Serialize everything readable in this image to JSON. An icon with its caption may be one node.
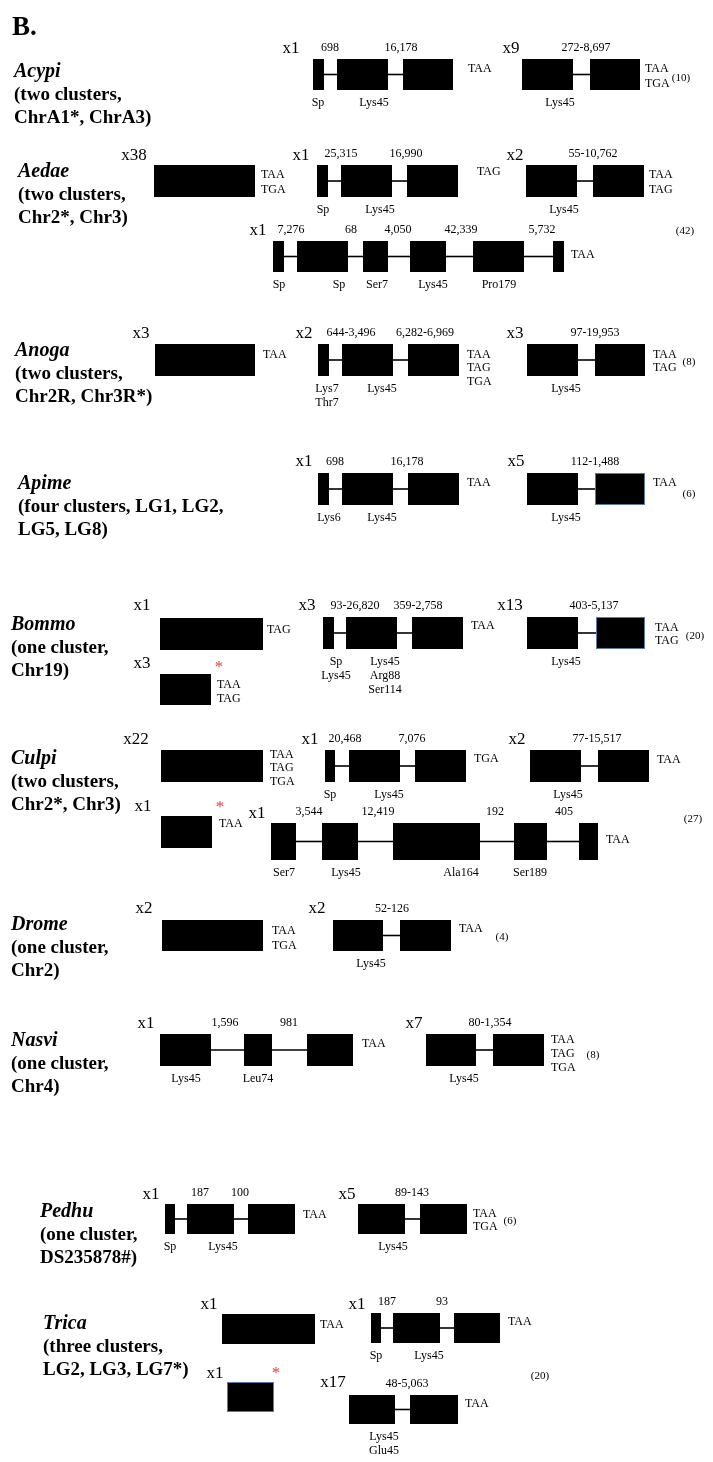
{
  "diagram": {
    "title": "B.",
    "nodes": [
      {
        "text": [],
        "shape": "box",
        "beside": [
          "Sp"
        ]
      },
      {
        "text": [],
        "shape": "box",
        "beside": [
          "Lys45"
        ]
      },
      {
        "text": [],
        "shape": "box"
      },
      {
        "text": [],
        "shape": "box",
        "beside": [
          "Lys45"
        ]
      },
      {
        "text": [],
        "shape": "box"
      },
      {
        "text": [],
        "shape": "box"
      },
      {
        "text": [],
        "shape": "box",
        "beside": [
          "Sp"
        ]
      },
      {
        "text": [],
        "shape": "box",
        "beside": [
          "Lys45"
        ]
      },
      {
        "text": [],
        "shape": "box"
      },
      {
        "text": [],
        "shape": "box",
        "beside": [
          "Lys45"
        ]
      },
      {
        "text": [],
        "shape": "box"
      },
      {
        "text": [],
        "shape": "box",
        "beside": [
          "Sp"
        ]
      },
      {
        "text": [],
        "shape": "box",
        "beside": [
          "Sp"
        ]
      },
      {
        "text": [],
        "shape": "box",
        "beside": [
          "Ser7"
        ]
      },
      {
        "text": [],
        "shape": "box",
        "beside": [
          "Lys45"
        ]
      },
      {
        "text": [],
        "shape": "box",
        "beside": [
          "Pro179"
        ]
      },
      {
        "text": [],
        "shape": "box"
      },
      {
        "text": [],
        "shape": "box"
      },
      {
        "text": [],
        "shape": "box",
        "beside": [
          "Lys7",
          "Thr7"
        ]
      },
      {
        "text": [],
        "shape": "box",
        "beside": [
          "Lys45"
        ]
      },
      {
        "text": [],
        "shape": "box"
      },
      {
        "text": [],
        "shape": "box",
        "beside": [
          "Lys45"
        ]
      },
      {
        "text": [],
        "shape": "box"
      },
      {
        "text": [],
        "shape": "box",
        "beside": [
          "Lys6"
        ]
      },
      {
        "text": [],
        "shape": "box",
        "beside": [
          "Lys45"
        ]
      },
      {
        "text": [],
        "shape": "box"
      },
      {
        "text": [],
        "shape": "box",
        "beside": [
          "Lys45"
        ]
      },
      {
        "text": [],
        "shape": "box"
      },
      {
        "text": [],
        "shape": "box"
      },
      {
        "text": [],
        "shape": "box",
        "beside": [
          "Sp",
          "Lys45"
        ]
      },
      {
        "text": [],
        "shape": "box",
        "beside": [
          "Lys45",
          "Arg88",
          "Ser114"
        ]
      },
      {
        "text": [],
        "shape": "box"
      },
      {
        "text": [],
        "shape": "box",
        "beside": [
          "Lys45"
        ]
      },
      {
        "text": [],
        "shape": "box"
      },
      {
        "text": [],
        "shape": "box"
      },
      {
        "text": [],
        "shape": "box"
      },
      {
        "text": [],
        "shape": "box",
        "beside": [
          "Sp"
        ]
      },
      {
        "text": [],
        "shape": "box",
        "beside": [
          "Lys45"
        ]
      },
      {
        "text": [],
        "shape": "box"
      },
      {
        "text": [],
        "shape": "box",
        "beside": [
          "Lys45"
        ]
      },
      {
        "text": [],
        "shape": "box"
      },
      {
        "text": [],
        "shape": "box"
      },
      {
        "text": [],
        "shape": "box",
        "beside": [
          "Ser7"
        ]
      },
      {
        "text": [],
        "shape": "box",
        "beside": [
          "Lys45"
        ]
      },
      {
        "text": [],
        "shape": "box",
        "beside": [
          "Ala164"
        ]
      },
      {
        "text": [],
        "shape": "box",
        "beside": [
          "Ser189"
        ]
      },
      {
        "text": [],
        "shape": "box"
      },
      {
        "text": [],
        "shape": "box"
      },
      {
        "text": [],
        "shape": "box",
        "beside": [
          "Lys45"
        ]
      },
      {
        "text": [],
        "shape": "box"
      },
      {
        "text": [],
        "shape": "box",
        "beside": [
          "Lys45"
        ]
      },
      {
        "text": [],
        "shape": "box",
        "beside": [
          "Leu74"
        ]
      },
      {
        "text": [],
        "shape": "box"
      },
      {
        "text": [],
        "shape": "box",
        "beside": [
          "Lys45"
        ]
      },
      {
        "text": [],
        "shape": "box"
      },
      {
        "text": [],
        "shape": "box",
        "beside": [
          "Sp"
        ]
      },
      {
        "text": [],
        "shape": "box",
        "beside": [
          "Lys45"
        ]
      },
      {
        "text": [],
        "shape": "box"
      },
      {
        "text": [],
        "shape": "box",
        "beside": [
          "Lys45"
        ]
      },
      {
        "text": [],
        "shape": "box"
      },
      {
        "text": [],
        "shape": "box"
      },
      {
        "text": [],
        "shape": "box",
        "beside": [
          "Sp"
        ]
      },
      {
        "text": [],
        "shape": "box",
        "beside": [
          "Lys45"
        ]
      },
      {
        "text": [],
        "shape": "box"
      },
      {
        "text": [],
        "shape": "box"
      },
      {
        "text": [],
        "shape": "box",
        "beside": [
          "Lys45",
          "Glu45"
        ]
      },
      {
        "text": [],
        "shape": "box"
      }
    ],
    "edges": [
      {
        "from": 0,
        "to": 1,
        "arrow": "none",
        "label": "698"
      },
      {
        "from": 1,
        "to": 2,
        "arrow": "none",
        "label": "16,178"
      },
      {
        "from": 3,
        "to": 4,
        "arrow": "none",
        "label": "272-8,697"
      },
      {
        "from": 6,
        "to": 7,
        "arrow": "none",
        "label": "25,315"
      },
      {
        "from": 7,
        "to": 8,
        "arrow": "none",
        "label": "16,990"
      },
      {
        "from": 9,
        "to": 10,
        "arrow": "none",
        "label": "55-10,762"
      },
      {
        "from": 11,
        "to": 12,
        "arrow": "none",
        "label": "7,276"
      },
      {
        "from": 12,
        "to": 13,
        "arrow": "none",
        "label": "68"
      },
      {
        "from": 13,
        "to": 14,
        "arrow": "none",
        "label": "4,050"
      },
      {
        "from": 14,
        "to": 15,
        "arrow": "none",
        "label": "42,339"
      },
      {
        "from": 15,
        "to": 16,
        "arrow": "none",
        "label": "5,732"
      },
      {
        "from": 18,
        "to": 19,
        "arrow": "none",
        "label": "644-3,496"
      },
      {
        "from": 19,
        "to": 20,
        "arrow": "none",
        "label": "6,282-6,969"
      },
      {
        "from": 21,
        "to": 22,
        "arrow": "none",
        "label": "97-19,953"
      },
      {
        "from": 23,
        "to": 24,
        "arrow": "none",
        "label": "698"
      },
      {
        "from": 24,
        "to": 25,
        "arrow": "none",
        "label": "16,178"
      },
      {
        "from": 26,
        "to": 27,
        "arrow": "none",
        "label": "112-1,488"
      },
      {
        "from": 29,
        "to": 30,
        "arrow": "none",
        "label": "93-26,820"
      },
      {
        "from": 30,
        "to": 31,
        "arrow": "none",
        "label": "359-2,758"
      },
      {
        "from": 32,
        "to": 33,
        "arrow": "none",
        "label": "403-5,137"
      },
      {
        "from": 36,
        "to": 37,
        "arrow": "none",
        "label": "20,468"
      },
      {
        "from": 37,
        "to": 38,
        "arrow": "none",
        "label": "7,076"
      },
      {
        "from": 39,
        "to": 40,
        "arrow": "none",
        "label": "77-15,517"
      },
      {
        "from": 42,
        "to": 43,
        "arrow": "none",
        "label": "3,544"
      },
      {
        "from": 43,
        "to": 44,
        "arrow": "none",
        "label": "12,419"
      },
      {
        "from": 44,
        "to": 45,
        "arrow": "none",
        "label": "192"
      },
      {
        "from": 45,
        "to": 46,
        "arrow": "none",
        "label": "405"
      },
      {
        "from": 48,
        "to": 49,
        "arrow": "none",
        "label": "52-126"
      },
      {
        "from": 50,
        "to": 51,
        "arrow": "none",
        "label": "1,596"
      },
      {
        "from": 51,
        "to": 52,
        "arrow": "none",
        "label": "981"
      },
      {
        "from": 53,
        "to": 54,
        "arrow": "none",
        "label": "80-1,354"
      },
      {
        "from": 55,
        "to": 56,
        "arrow": "none",
        "label": "187"
      },
      {
        "from": 56,
        "to": 57,
        "arrow": "none",
        "label": "100"
      },
      {
        "from": 58,
        "to": 59,
        "arrow": "none",
        "label": "89-143"
      },
      {
        "from": 61,
        "to": 62,
        "arrow": "none",
        "label": "187"
      },
      {
        "from": 62,
        "to": 63,
        "arrow": "none",
        "label": "93"
      },
      {
        "from": 65,
        "to": 66,
        "arrow": "none",
        "label": "48-5,063"
      }
    ],
    "labels": [
      "Acypi",
      "(two clusters, ChrA1*, ChrA3)",
      "x1",
      "TAA",
      "x9",
      "TAA",
      "TGA",
      "(10)",
      "x38",
      "Aedae",
      "(two clusters, Chr2*, Chr3)",
      "TAA",
      "TGA",
      "x1",
      "TAG",
      "x2",
      "TAA",
      "TAG",
      "x1",
      "(42)",
      "TAA",
      "x3",
      "Anoga",
      "(two clusters, Chr2R, Chr3R*)",
      "TAA",
      "x2",
      "TAA",
      "TAG",
      "TGA",
      "x3",
      "TAA",
      "TAG",
      "(8)",
      "x1",
      "Apime",
      "(four clusters, LG1, LG2, LG5, LG8)",
      "TAA",
      "x5",
      "TAA",
      "(6)",
      "x1",
      "Bommo",
      "(one cluster, Chr19)",
      "TAG",
      "x3",
      "TAA",
      "x13",
      "TAA",
      "TAG",
      "(20)",
      "x3",
      "*",
      "TAA",
      "TAG",
      "x22",
      "Culpi",
      "(two clusters, Chr2*, Chr3)",
      "TAA",
      "TAG",
      "TGA",
      "x1",
      "TGA",
      "x2",
      "TAA",
      "x1",
      "*",
      "TAA",
      "x1",
      "(27)",
      "TAA",
      "x2",
      "Drome",
      "(one cluster, Chr2)",
      "TAA",
      "TGA",
      "x2",
      "TAA",
      "(4)",
      "x1",
      "Nasvi",
      "(one cluster, Chr4)",
      "TAA",
      "x7",
      "TAA",
      "TAG",
      "TGA",
      "(8)",
      "x1",
      "Pedhu",
      "(one cluster, DS235878#)",
      "TAA",
      "x5",
      "TAA",
      "TGA",
      "(6)",
      "x1",
      "Trica",
      "(three clusters, LG2, LG3, LG7*)",
      "TAA",
      "x1",
      "TAA",
      "x1",
      "*",
      "(20)",
      "x17",
      "TAA"
    ]
  }
}
